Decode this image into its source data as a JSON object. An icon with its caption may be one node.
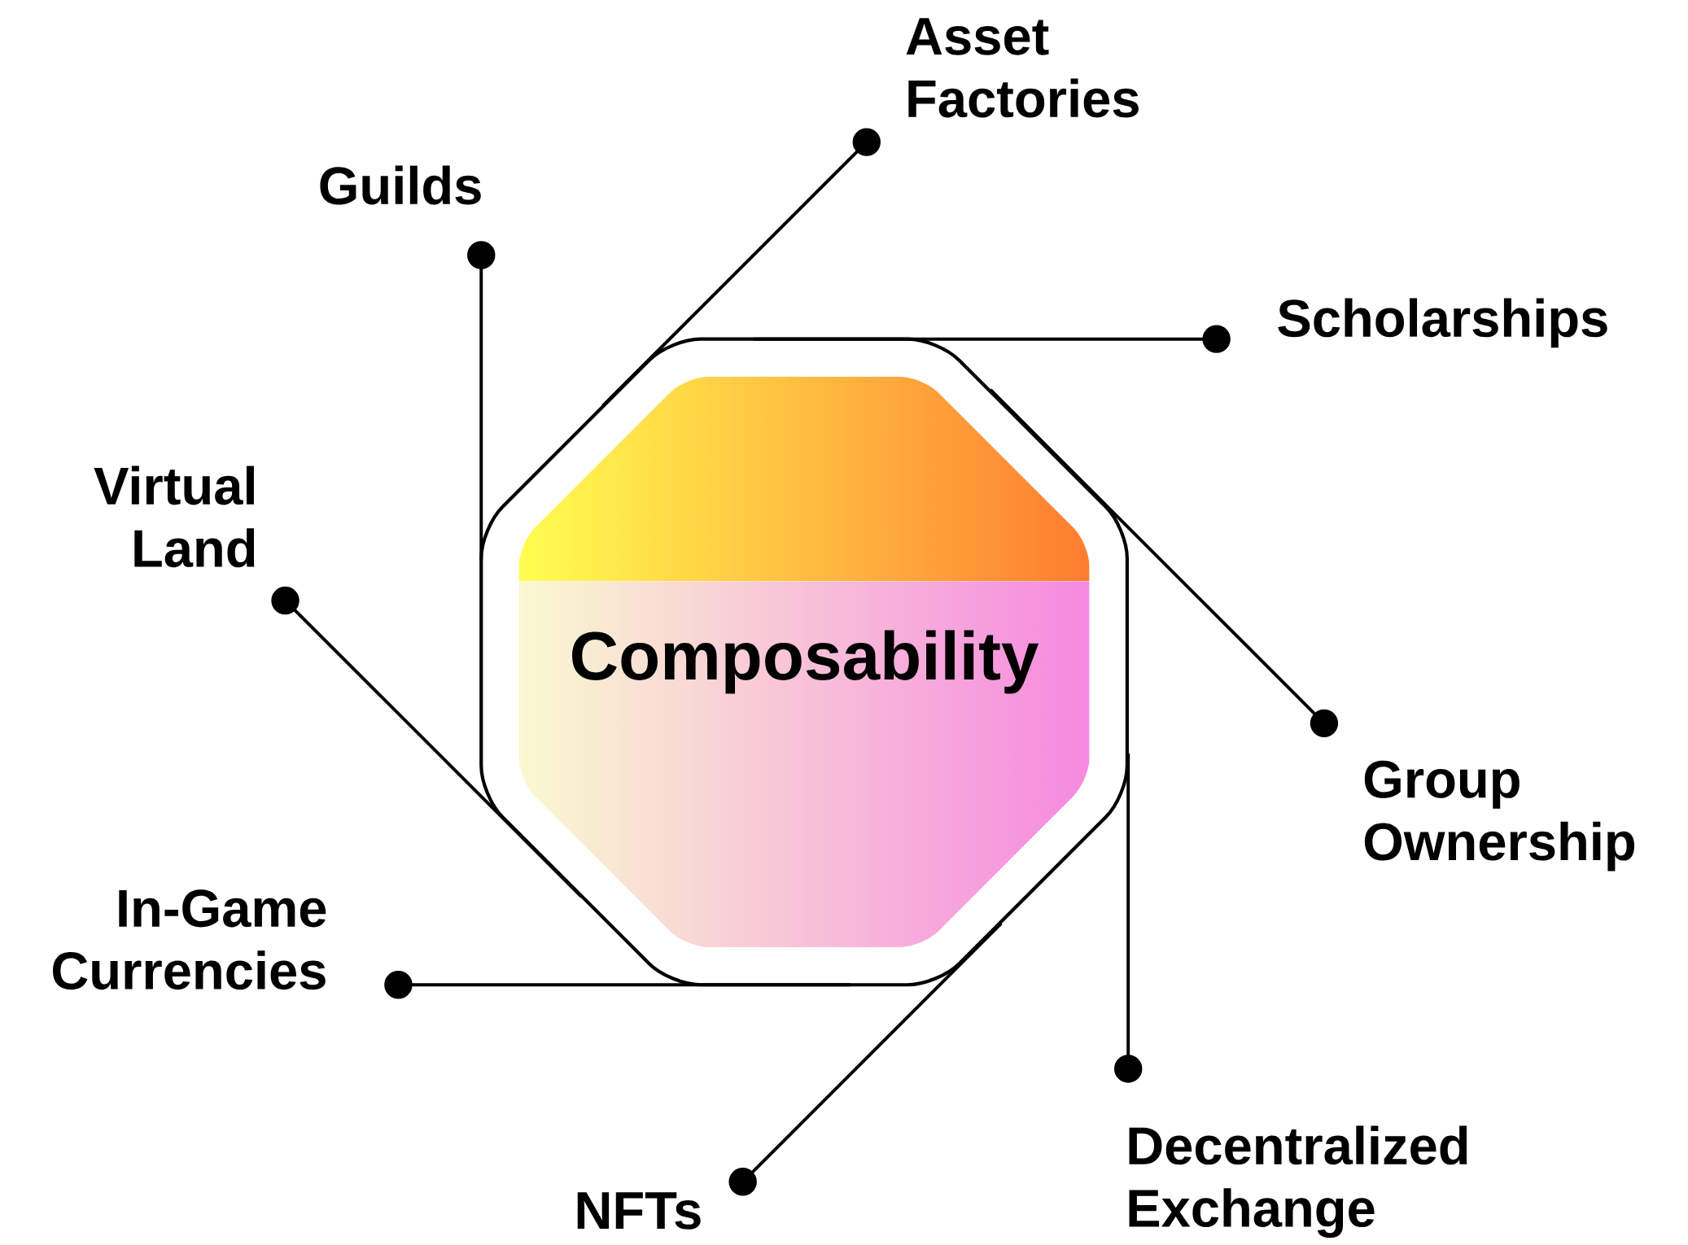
{
  "diagram": {
    "nodes": [
      {
        "text": [
          "Composability"
        ]
      },
      {
        "text": [
          "Asset Factories"
        ]
      },
      {
        "text": [
          "Guilds"
        ]
      },
      {
        "text": [
          "Scholarships"
        ]
      },
      {
        "text": [
          "Virtual Land"
        ]
      },
      {
        "text": [
          "Group Ownership"
        ]
      },
      {
        "text": [
          "In-Game Currencies"
        ]
      },
      {
        "text": [
          "NFTs"
        ]
      },
      {
        "text": [
          "Decentralized Exchange"
        ]
      }
    ],
    "edges": [
      {
        "from": 1,
        "to": 0,
        "arrow": "other"
      },
      {
        "from": 2,
        "to": 0,
        "arrow": "other"
      },
      {
        "from": 3,
        "to": 0,
        "arrow": "other"
      },
      {
        "from": 4,
        "to": 0,
        "arrow": "other"
      },
      {
        "from": 5,
        "to": 0,
        "arrow": "other"
      },
      {
        "from": 6,
        "to": 0,
        "arrow": "other"
      },
      {
        "from": 7,
        "to": 0,
        "arrow": "other"
      },
      {
        "from": 8,
        "to": 0,
        "arrow": "other"
      }
    ]
  }
}
